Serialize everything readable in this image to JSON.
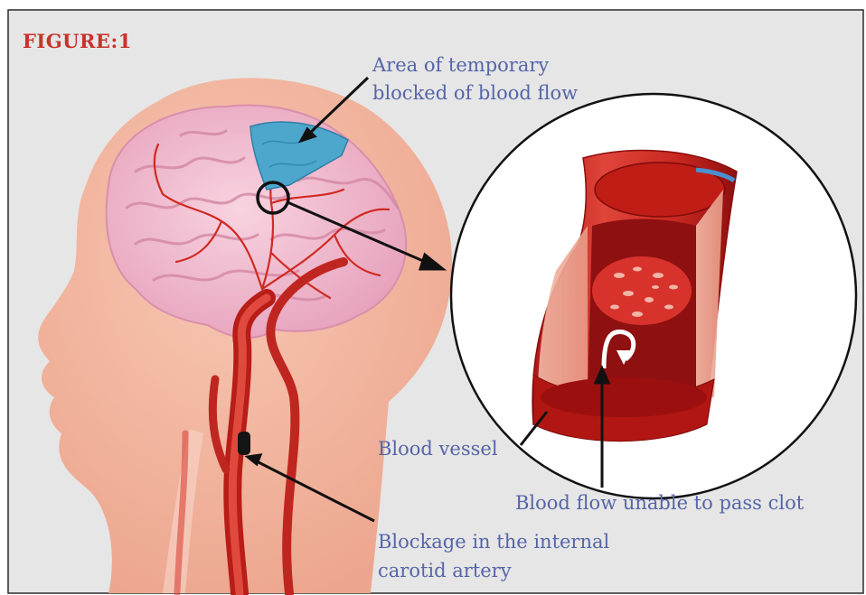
{
  "figure_label": "FIGURE:1",
  "labels": {
    "blocked_area": [
      "Area of temporary",
      "blocked of blood flow"
    ],
    "blood_vessel": "Blood vessel",
    "blood_flow": "Blood flow  unable to pass clot",
    "blockage": [
      "Blockage in the internal",
      "carotid artery"
    ]
  },
  "colors": {
    "background": "#e6e6e6",
    "skin": "#f0b5a0",
    "brain": "#f2bcd0",
    "artery": "#cf2a22",
    "blocked_region": "#4da6cc",
    "label_text": "#5565a8",
    "title_text": "#c8322c"
  }
}
